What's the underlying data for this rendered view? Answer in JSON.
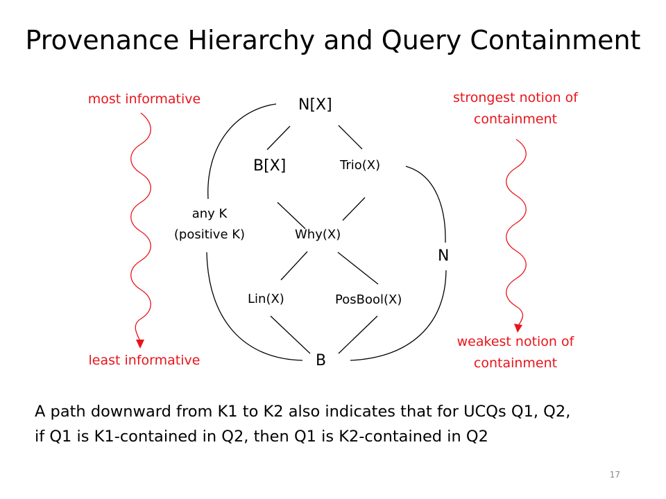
{
  "slide": {
    "title": "Provenance Hierarchy and Query Containment",
    "page_number": "17"
  },
  "left_axis": {
    "top_label": "most informative",
    "bottom_label": "least informative"
  },
  "right_axis": {
    "top_label_line1": "strongest notion of",
    "top_label_line2": "containment",
    "bottom_label_line1": "weakest notion  of",
    "bottom_label_line2": "containment"
  },
  "nodes": {
    "n_x": "N[X]",
    "b_x": "B[X]",
    "trio": "Trio(X)",
    "why": "Why(X)",
    "lin": "Lin(X)",
    "posbool": "PosBool(X)",
    "b": "B",
    "n": "N"
  },
  "arc_label": {
    "line1": "any K",
    "line2": "(positive K)"
  },
  "caption": {
    "line1": "A path downward from K1 to K2 also indicates that for UCQs Q1, Q2,",
    "line2": "if Q1 is K1-contained in Q2, then Q1 is K2-contained in Q2"
  },
  "colors": {
    "accent": "#e8141b",
    "text": "#000000"
  }
}
